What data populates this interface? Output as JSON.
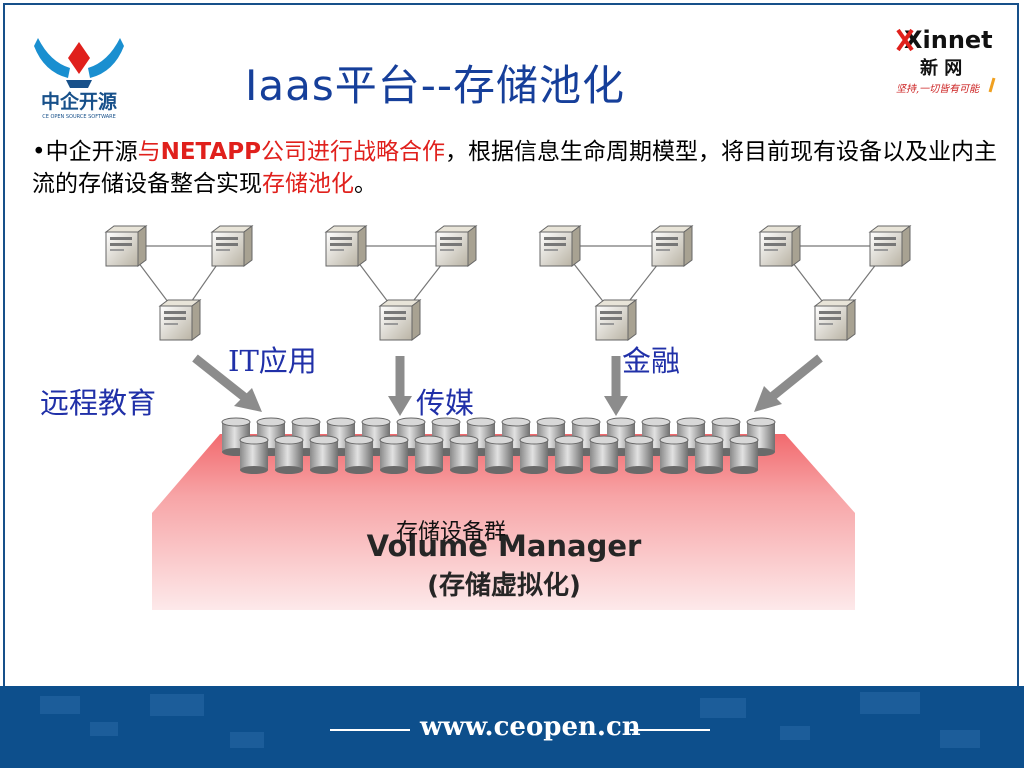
{
  "header": {
    "logo_left": {
      "name": "中企开源",
      "subtitle": "CE OPEN SOURCE SOFTWARE"
    },
    "title": "Iaas平台--存储池化",
    "logo_right": {
      "brand": "Xinnet",
      "name_cn": "新 网",
      "slogan": "坚持,一切皆有可能"
    }
  },
  "content": {
    "bullet": "•",
    "p1": "中企开源",
    "p2": "与",
    "p3": "NETAPP",
    "p4": "公司进行战略合作",
    "p5": "，根据信息生命周期模型，将目前现有设备以及业内主流的存储设备整合实现",
    "p6": "存储池化",
    "p7": "。"
  },
  "diagram": {
    "labels": {
      "it": "IT应用",
      "finance": "金融",
      "education": "远程教育",
      "media": "传媒",
      "storage_group": "存储设备群"
    },
    "volume_manager": "Volume Manager",
    "volume_manager_sub": "(存储虚拟化)"
  },
  "footer": {
    "url": "www.ceopen.cn"
  },
  "colors": {
    "title": "#163f9a",
    "accent_red": "#e0201c",
    "footer": "#0d4f8c",
    "label_blue": "#2030a8"
  }
}
